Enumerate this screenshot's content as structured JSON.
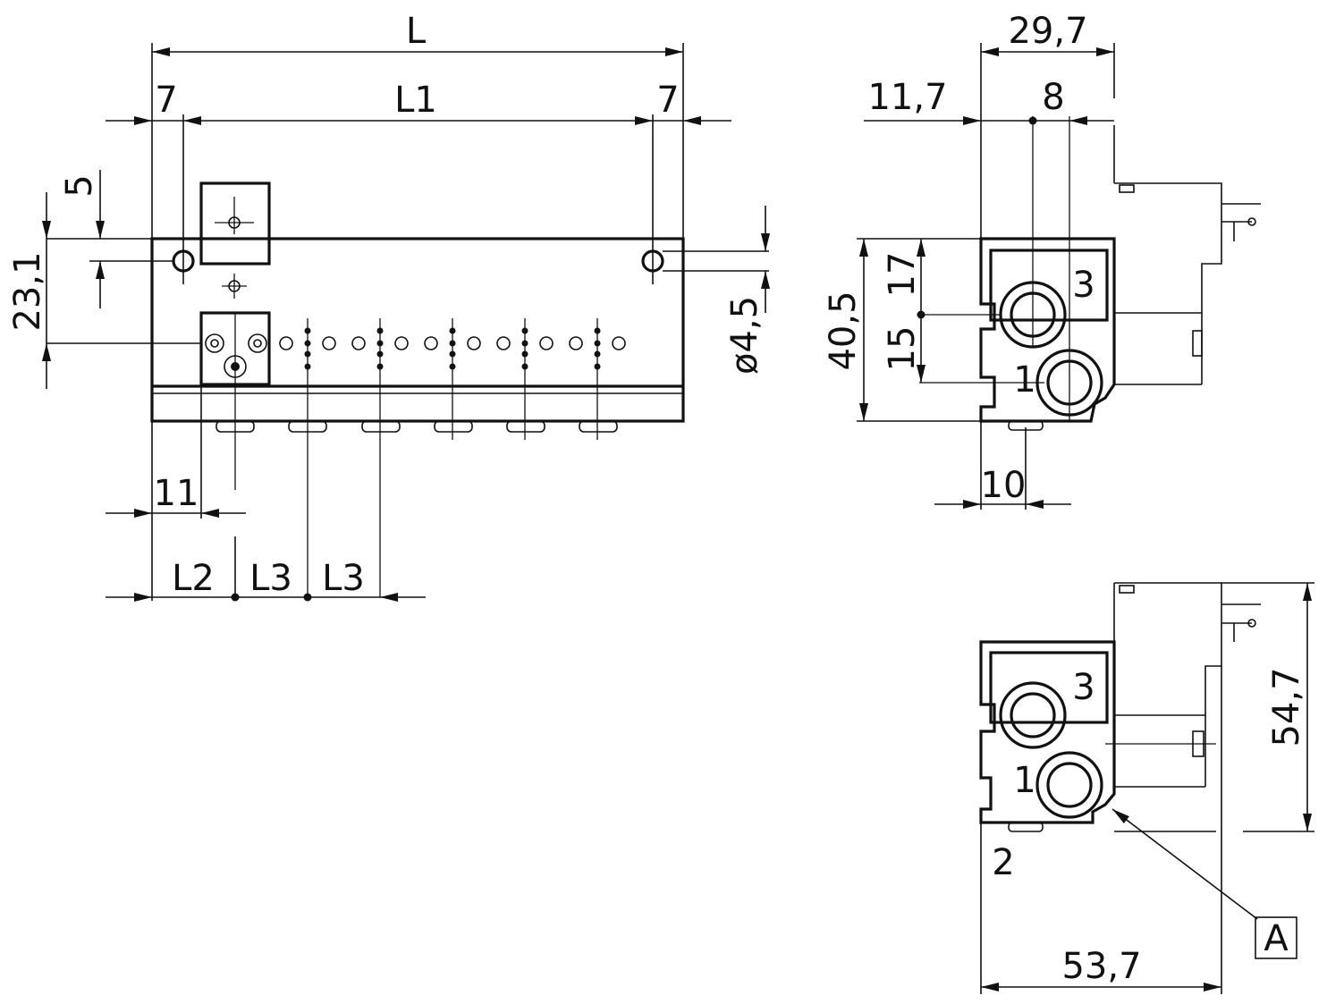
{
  "front_view": {
    "dims": {
      "L": "L",
      "L1": "L1",
      "left_7": "7",
      "right_7": "7",
      "five": "5",
      "height_23_1": "23,1",
      "hole_dia": "ø4,5",
      "eleven": "11",
      "L2": "L2",
      "L3_a": "L3",
      "L3_b": "L3"
    }
  },
  "side_view": {
    "dims": {
      "width_29_7": "29,7",
      "offset_11_7": "11,7",
      "eight": "8",
      "height_40_5": "40,5",
      "seventeen": "17",
      "fifteen": "15",
      "ten": "10"
    },
    "port_labels": {
      "p3": "3",
      "p1": "1"
    }
  },
  "lower_view": {
    "dims": {
      "height_54_7": "54,7",
      "width_53_7": "53,7"
    },
    "port_labels": {
      "p3": "3",
      "p1": "1",
      "p2": "2"
    },
    "detail_label": "A"
  }
}
